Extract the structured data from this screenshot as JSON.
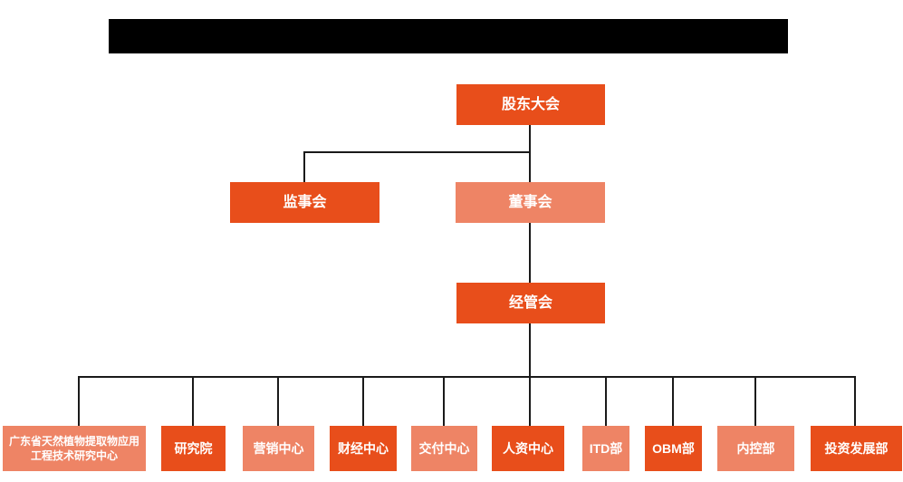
{
  "title_bar": {
    "type": "redacted-black-bar",
    "text": ""
  },
  "org": {
    "nodes": {
      "shareholders": {
        "label": "股东大会",
        "variant": "dark"
      },
      "supervisory": {
        "label": "监事会",
        "variant": "dark"
      },
      "board": {
        "label": "董事会",
        "variant": "light"
      },
      "management": {
        "label": "经管会",
        "variant": "dark"
      },
      "departments": [
        {
          "label": "广东省天然植物提取物应用工程技术研究中心",
          "variant": "light"
        },
        {
          "label": "研究院",
          "variant": "dark"
        },
        {
          "label": "营销中心",
          "variant": "light"
        },
        {
          "label": "财经中心",
          "variant": "dark"
        },
        {
          "label": "交付中心",
          "variant": "light"
        },
        {
          "label": "人资中心",
          "variant": "dark"
        },
        {
          "label": "ITD部",
          "variant": "light"
        },
        {
          "label": "OBM部",
          "variant": "dark"
        },
        {
          "label": "内控部",
          "variant": "light"
        },
        {
          "label": "投资发展部",
          "variant": "dark"
        }
      ]
    },
    "colors": {
      "dark": "#E84E1B",
      "light": "#EE8465",
      "line": "#1a1a1a",
      "bar": "#000000",
      "text": "#FFFFFF"
    }
  }
}
